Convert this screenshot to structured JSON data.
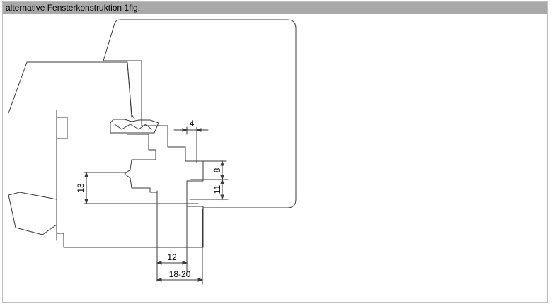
{
  "header": {
    "title": "alternative Fensterkonstruktion 1flg."
  },
  "drawing": {
    "stroke_color": "#3a3a3a",
    "dimensions": {
      "d4": "4",
      "d8": "8",
      "d11": "11",
      "d13": "13",
      "d12": "12",
      "d18_20": "18-20"
    }
  }
}
